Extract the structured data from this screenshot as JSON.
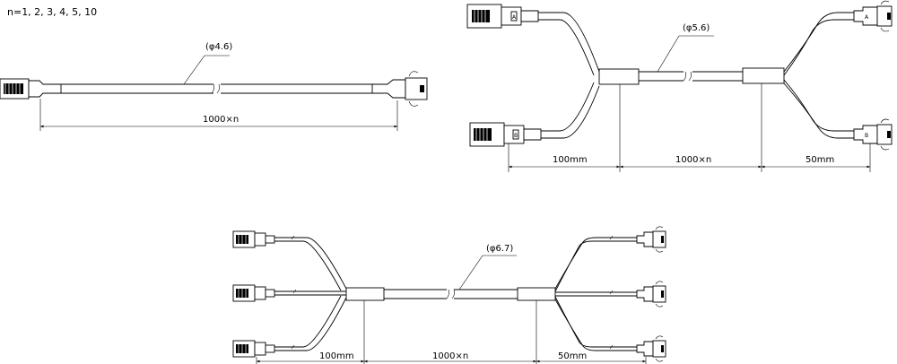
{
  "note": "n=1, 2, 3, 4, 5, 10",
  "cable_single": {
    "diameter_label": "(φ4.6)",
    "length_label": "1000×n"
  },
  "cable_double": {
    "diameter_label": "(φ5.6)",
    "branch_left_label": "100mm",
    "length_label": "1000×n",
    "branch_right_label": "50mm",
    "connector_marks": [
      "A",
      "B",
      "A",
      "B"
    ]
  },
  "cable_triple": {
    "diameter_label": "(φ6.7)",
    "branch_left_label": "100mm",
    "length_label": "1000×n",
    "branch_right_label": "50mm"
  }
}
